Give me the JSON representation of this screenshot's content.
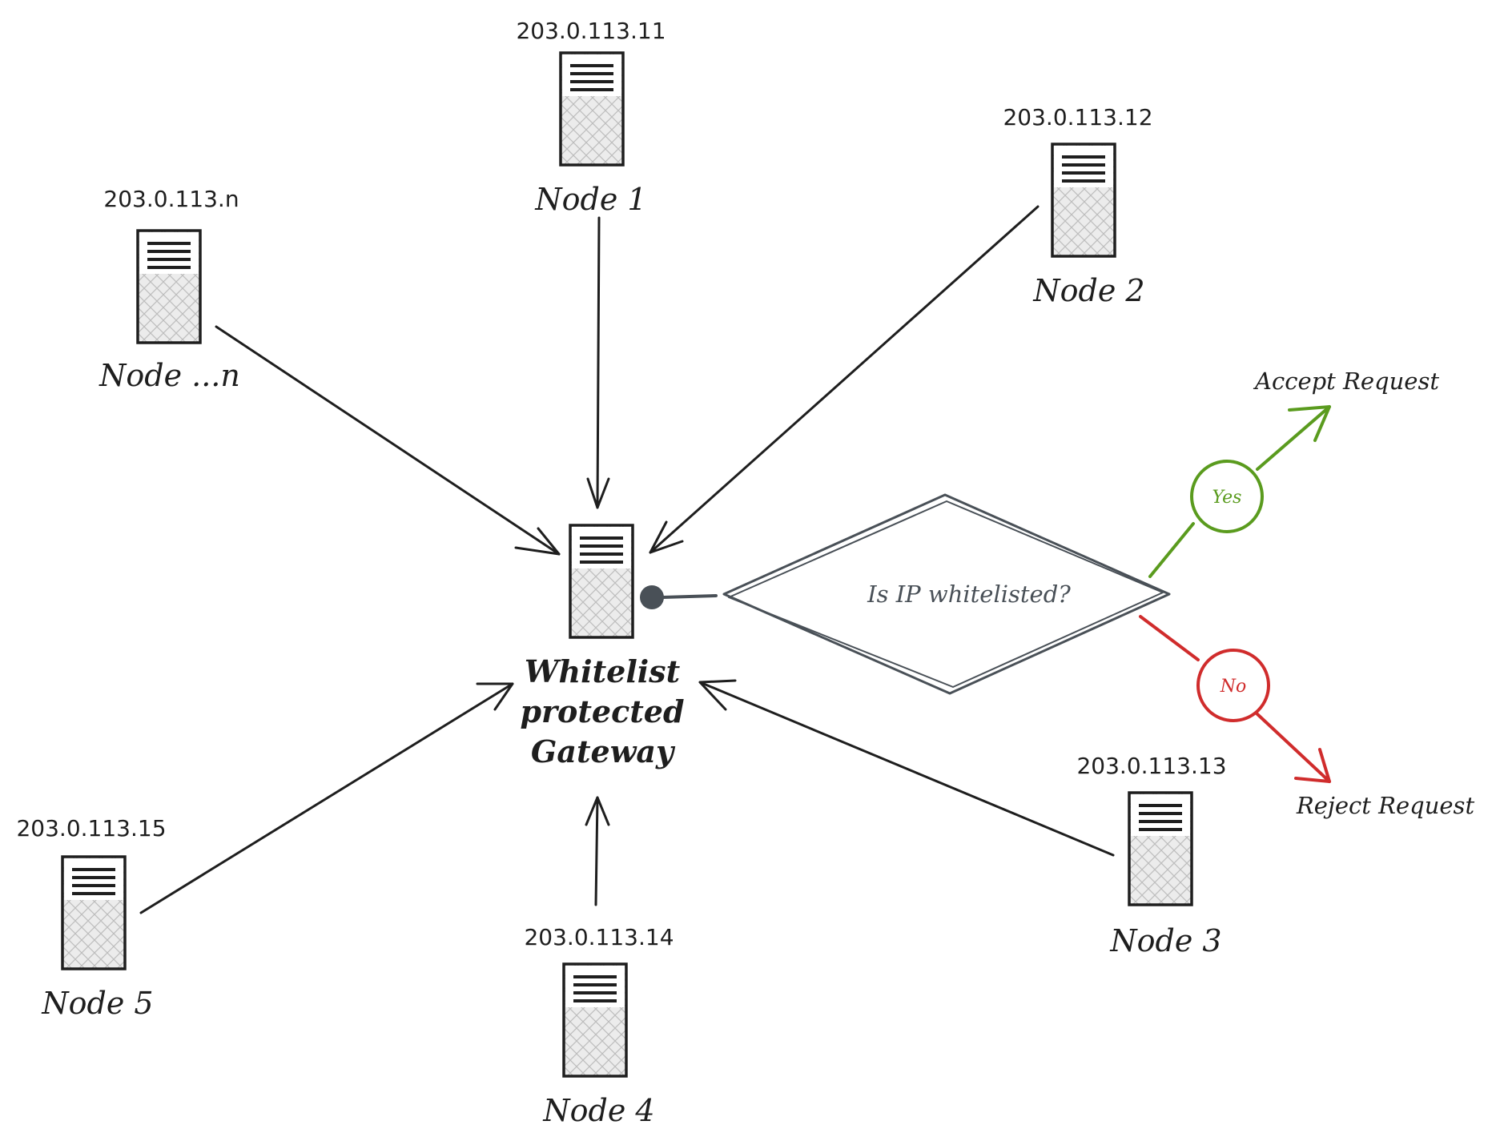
{
  "gateway": {
    "label_lines": [
      "Whitelist",
      "protected",
      "Gateway"
    ]
  },
  "nodes": [
    {
      "id": "node-1",
      "name": "Node 1",
      "ip": "203.0.113.11"
    },
    {
      "id": "node-2",
      "name": "Node 2",
      "ip": "203.0.113.12"
    },
    {
      "id": "node-3",
      "name": "Node 3",
      "ip": "203.0.113.13"
    },
    {
      "id": "node-4",
      "name": "Node 4",
      "ip": "203.0.113.14"
    },
    {
      "id": "node-5",
      "name": "Node 5",
      "ip": "203.0.113.15"
    },
    {
      "id": "node-n",
      "name": "Node ...n",
      "ip": "203.0.113.n"
    }
  ],
  "decision": {
    "question": "Is IP whitelisted?",
    "yes_label": "Yes",
    "no_label": "No",
    "accept_label": "Accept Request",
    "reject_label": "Reject Request"
  },
  "colors": {
    "ink": "#1e1e1e",
    "decision_stroke": "#495057",
    "yes": "#5a9b1e",
    "no": "#d02c2c",
    "server_fill": "#e8e8e8"
  }
}
